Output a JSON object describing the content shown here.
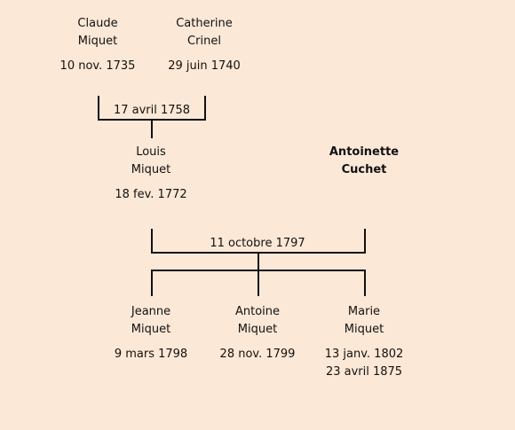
{
  "generation1": {
    "father": {
      "first_name": "Claude",
      "last_name": "Miquet",
      "birth": "10 nov. 1735"
    },
    "mother": {
      "first_name": "Catherine",
      "last_name": "Crinel",
      "birth": "29 juin 1740"
    },
    "marriage_date": "17 avril 1758"
  },
  "generation2": {
    "husband": {
      "first_name": "Louis",
      "last_name": "Miquet",
      "birth": "18 fev. 1772"
    },
    "wife": {
      "first_name": "Antoinette",
      "last_name": "Cuchet"
    },
    "marriage_date": "11 octobre 1797"
  },
  "children": [
    {
      "first_name": "Jeanne",
      "last_name": "Miquet",
      "birth": "9 mars 1798"
    },
    {
      "first_name": "Antoine",
      "last_name": "Miquet",
      "birth": "28 nov. 1799"
    },
    {
      "first_name": "Marie",
      "last_name": "Miquet",
      "birth": "13 janv. 1802",
      "death": "23 avril 1875"
    }
  ]
}
